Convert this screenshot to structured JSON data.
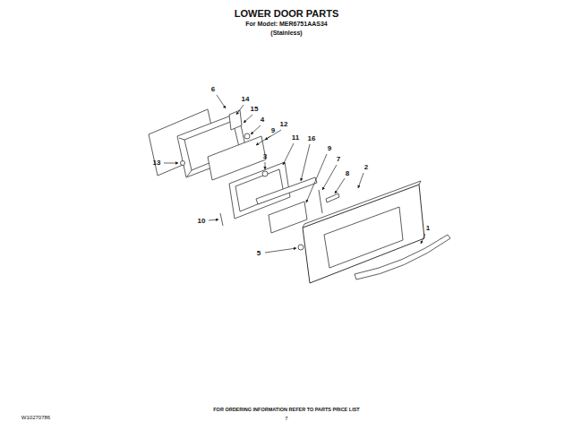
{
  "diagram": {
    "title": "LOWER DOOR PARTS",
    "labels": [
      "For Model: MER6751AAS34",
      "(Stainless)",
      "6",
      "14",
      "15",
      "4",
      "9",
      "12",
      "11",
      "16",
      "9",
      "7",
      "8",
      "13",
      "2",
      "3",
      "10",
      "1",
      "5",
      "FOR ORDERING INFORMATION REFER TO PARTS PRICE LIST",
      "W10270786",
      "7"
    ]
  }
}
